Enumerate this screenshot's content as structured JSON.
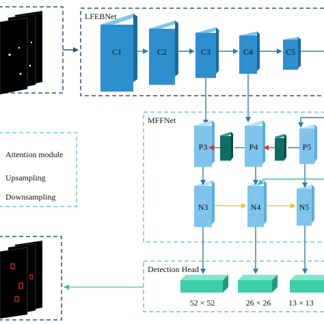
{
  "sections": {
    "lfebnet": "LFEBNet",
    "mffnet": "MFFNet",
    "detection_head": "Detection Head"
  },
  "backbone": [
    "C1",
    "C2",
    "C3",
    "C4",
    "C5"
  ],
  "pyramid": [
    "P3",
    "P4",
    "P5"
  ],
  "bottom_up": [
    "N3",
    "N4",
    "N5"
  ],
  "legend": {
    "attention": "Attention module",
    "upsampling": "Upsampling",
    "downsampling": "Downsampling"
  },
  "heads": [
    "52 × 52",
    "26 × 26",
    "13 × 13"
  ],
  "colors": {
    "cube_front": "#2e8fce",
    "cube_light": "#7fc4ec",
    "cube_dark_side": "#1a6aa0",
    "attention": "#0f6e63",
    "head_block": "#3ccfaa",
    "dashed_blue": "#2a4f7a",
    "dashed_cyan": "#74c3d6",
    "dashed_green": "#6ec5a6",
    "arrow": "#2b7ca8",
    "upsample_arrow": "#e03030",
    "downsample_arrow": "#f0c030"
  }
}
